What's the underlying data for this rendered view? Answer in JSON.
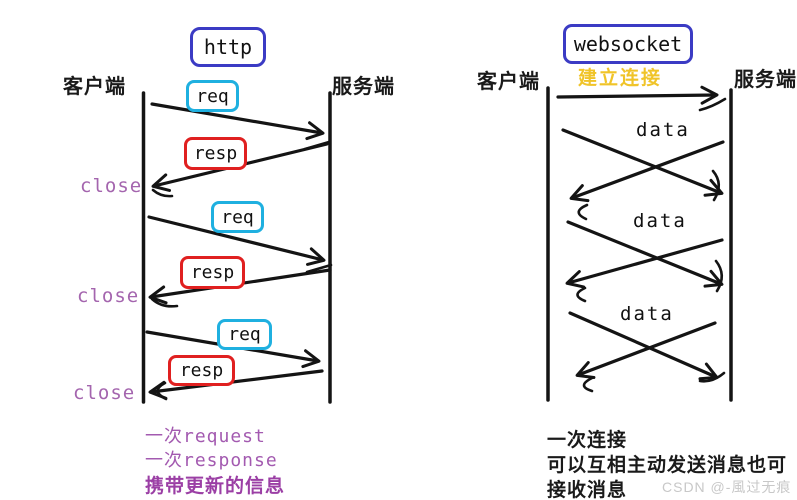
{
  "left": {
    "title": "http",
    "client": "客户端",
    "server": "服务端",
    "exchanges": [
      {
        "req": "req",
        "resp": "resp",
        "close": "close"
      },
      {
        "req": "req",
        "resp": "resp",
        "close": "close"
      },
      {
        "req": "req",
        "resp": "resp",
        "close": "close"
      }
    ],
    "notes": [
      "一次request",
      "一次response",
      "携带更新的信息"
    ]
  },
  "right": {
    "title": "websocket",
    "connect": "建立连接",
    "client": "客户端",
    "server": "服务端",
    "data_labels": [
      "data",
      "data",
      "data"
    ],
    "notes": [
      "一次连接",
      "可以互相主动发送消息也可",
      "接收消息"
    ]
  },
  "watermark": "CSDN @-風过无痕",
  "colors": {
    "protocol_box_border": "#3b3bc4",
    "req_box_border": "#1fb0e0",
    "resp_box_border": "#e02020",
    "close_text": "#a465ae",
    "connect_text": "#f0c429",
    "note_purple": "#a35ab0",
    "line_black": "#141414",
    "watermark_gray": "#c8c8c8"
  }
}
